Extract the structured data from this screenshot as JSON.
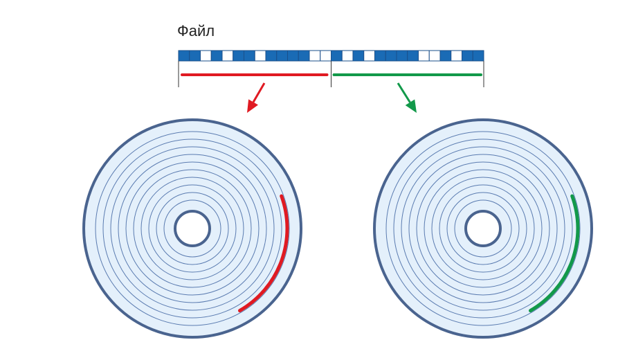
{
  "file_label": "Файл",
  "blocks": [
    1,
    1,
    0,
    1,
    0,
    1,
    1,
    0,
    1,
    1,
    1,
    1,
    0,
    0,
    1,
    0,
    1,
    0,
    1,
    1,
    1,
    1,
    0,
    0,
    1,
    0,
    1,
    1
  ],
  "colors": {
    "block_filled": "#1a6bb5",
    "block_empty": "#ffffff",
    "block_border": "#1a4f8a",
    "bracket": "#333333",
    "first_half": "#e01a22",
    "second_half": "#12994a",
    "disk_fill": "#e4f0fb",
    "disk_rim": "#4a648f",
    "track": "#5a7bb0"
  },
  "disks": [
    {
      "name": "left-disk",
      "highlight": "first_half"
    },
    {
      "name": "right-disk",
      "highlight": "second_half"
    }
  ]
}
